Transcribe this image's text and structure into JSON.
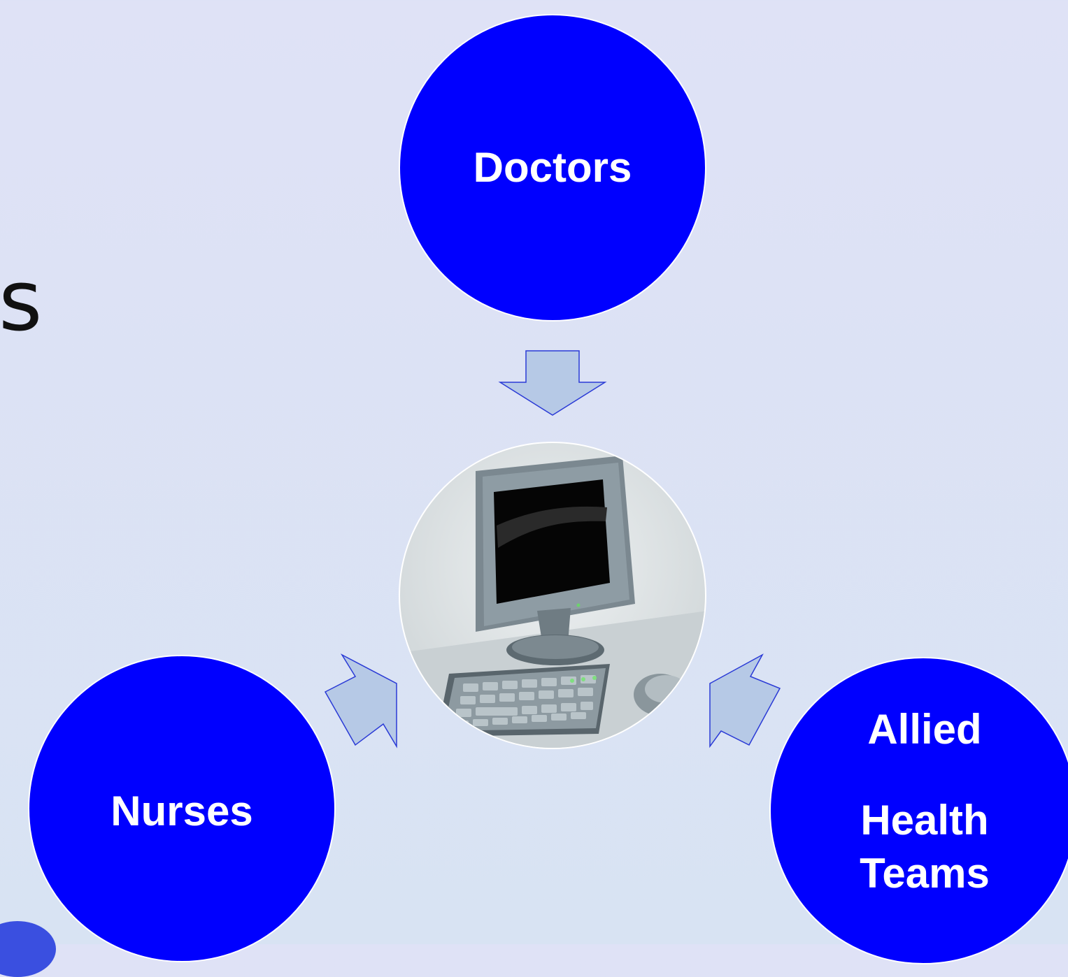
{
  "slide_fragment": "s",
  "nodes": {
    "doctors": "Doctors",
    "nurses": "Nurses",
    "allied": [
      "Allied",
      "Health",
      "Teams"
    ]
  },
  "center_image_icon": "computer-workstation-icon",
  "colors": {
    "node_fill": "#0000ff",
    "node_text": "#ffffff",
    "arrow_fill": "#b6c9e6",
    "arrow_stroke": "#2a3ad6",
    "background": "#dde3f4"
  }
}
